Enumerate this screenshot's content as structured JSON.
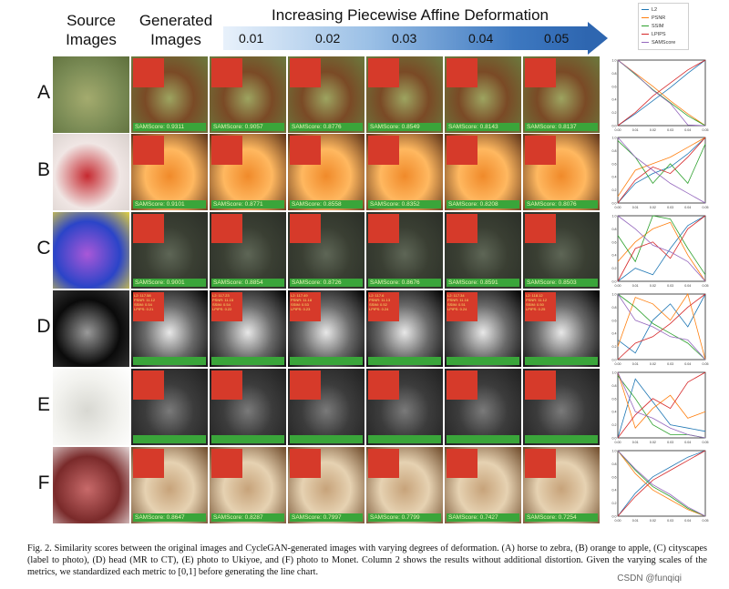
{
  "header": {
    "source_label": "Source\nImages",
    "generated_label": "Generated\nImages",
    "arrow_title": "Increasing Piecewise Affine Deformation",
    "levels": [
      "0.01",
      "0.02",
      "0.03",
      "0.04",
      "0.05"
    ]
  },
  "rows": [
    {
      "label": "A",
      "sam_values": [
        "SAMScore: 0.9311",
        "SAMScore: 0.9057",
        "SAMScore: 0.8776",
        "SAMScore: 0.8549",
        "SAMScore: 0.8143",
        "SAMScore: 0.8137"
      ],
      "source_colors": [
        "#7a8b55",
        "#a4ab6e",
        "#5e6f3c"
      ],
      "gen_colors": [
        "#6b7a3e",
        "#9da460",
        "#7a4a26"
      ]
    },
    {
      "label": "B",
      "sam_values": [
        "SAMScore: 0.9101",
        "SAMScore: 0.8771",
        "SAMScore: 0.8558",
        "SAMScore: 0.8352",
        "SAMScore: 0.8208",
        "SAMScore: 0.8076"
      ],
      "source_colors": [
        "#f0e6e4",
        "#c62930",
        "#d8d0cc"
      ],
      "gen_colors": [
        "#5a3118",
        "#f08a2a",
        "#ffb860"
      ]
    },
    {
      "label": "C",
      "sam_values": [
        "SAMScore: 0.9001",
        "SAMScore: 0.8854",
        "SAMScore: 0.8726",
        "SAMScore: 0.8676",
        "SAMScore: 0.8591",
        "SAMScore: 0.8503"
      ],
      "source_colors": [
        "#2b44c8",
        "#a958d8",
        "#e0d040"
      ],
      "gen_colors": [
        "#2b2f28",
        "#5e6656",
        "#3a3f33"
      ]
    },
    {
      "label": "D",
      "sam_values": [
        "",
        "",
        "",
        "",
        "",
        ""
      ],
      "source_colors": [
        "#0a0a0a",
        "#9a9a9a",
        "#3a3a3a"
      ],
      "gen_colors": [
        "#000000",
        "#e8e8e8",
        "#6a6a6a"
      ],
      "overlays": [
        [
          "L2: 117.58",
          "PSNR: 11.12",
          "SSIM: 0.54",
          "LPIPS: 0.21"
        ],
        [
          "L2: 117.23",
          "PSNR: 11.15",
          "SSIM: 0.54",
          "LPIPS: 0.22"
        ],
        [
          "L2: 117.49",
          "PSNR: 11.18",
          "SSIM: 0.53",
          "LPIPS: 0.23"
        ],
        [
          "L2: 117.6",
          "PSNR: 11.13",
          "SSIM: 0.52",
          "LPIPS: 0.24"
        ],
        [
          "L2: 117.34",
          "PSNR: 11.16",
          "SSIM: 0.51",
          "LPIPS: 0.24"
        ],
        [
          "L2: 118.12",
          "PSNR: 11.12",
          "SSIM: 0.50",
          "LPIPS: 0.25"
        ]
      ]
    },
    {
      "label": "E",
      "sam_values": [
        "",
        "",
        "",
        "",
        "",
        ""
      ],
      "source_colors": [
        "#f2f2ee",
        "#d8d8d2",
        "#ffffff"
      ],
      "gen_colors": [
        "#202020",
        "#7a7a7a",
        "#3c3c3c"
      ]
    },
    {
      "label": "F",
      "sam_values": [
        "SAMScore: 0.8647",
        "SAMScore: 0.8287",
        "SAMScore: 0.7997",
        "SAMScore: 0.7799",
        "SAMScore: 0.7427",
        "SAMScore: 0.7254"
      ],
      "source_colors": [
        "#7a2a2a",
        "#c86a6a",
        "#e3d6d6"
      ],
      "gen_colors": [
        "#6e4a2a",
        "#c7a37a",
        "#e6d2b2"
      ]
    }
  ],
  "legend": [
    {
      "name": "L2",
      "color": "#1f77b4"
    },
    {
      "name": "PSNR",
      "color": "#ff7f0e"
    },
    {
      "name": "SSIM",
      "color": "#2ca02c"
    },
    {
      "name": "LPIPS",
      "color": "#d62728"
    },
    {
      "name": "SAMScore",
      "color": "#9467bd"
    }
  ],
  "chart_data": [
    {
      "type": "line",
      "row": "A",
      "x": [
        0.0,
        0.01,
        0.02,
        0.03,
        0.04,
        0.05
      ],
      "ylim": [
        0,
        1
      ],
      "yticks": [
        "0.0",
        "0.2",
        "0.4",
        "0.6",
        "0.8",
        "1.0"
      ],
      "xticks": [
        "0.00",
        "0.01",
        "0.02",
        "0.03",
        "0.04",
        "0.05"
      ],
      "series": [
        {
          "name": "L2",
          "values": [
            0.0,
            0.18,
            0.38,
            0.58,
            0.8,
            1.0
          ]
        },
        {
          "name": "PSNR",
          "values": [
            1.0,
            0.8,
            0.6,
            0.38,
            0.18,
            0.0
          ]
        },
        {
          "name": "SSIM",
          "values": [
            1.0,
            0.78,
            0.55,
            0.35,
            0.15,
            0.0
          ]
        },
        {
          "name": "LPIPS",
          "values": [
            0.0,
            0.2,
            0.45,
            0.65,
            0.85,
            1.0
          ]
        },
        {
          "name": "SAMScore",
          "values": [
            1.0,
            0.79,
            0.54,
            0.34,
            0.01,
            0.0
          ]
        }
      ]
    },
    {
      "type": "line",
      "row": "B",
      "x": [
        0.0,
        0.01,
        0.02,
        0.03,
        0.04,
        0.05
      ],
      "ylim": [
        0,
        1
      ],
      "yticks": [
        "0.0",
        "0.2",
        "0.4",
        "0.6",
        "0.8",
        "1.0"
      ],
      "xticks": [
        "0.00",
        "0.01",
        "0.02",
        "0.03",
        "0.04",
        "0.05"
      ],
      "series": [
        {
          "name": "L2",
          "values": [
            0.0,
            0.3,
            0.45,
            0.55,
            0.75,
            1.0
          ]
        },
        {
          "name": "PSNR",
          "values": [
            0.1,
            0.5,
            0.6,
            0.7,
            0.85,
            1.0
          ]
        },
        {
          "name": "SSIM",
          "values": [
            0.95,
            0.7,
            0.3,
            0.6,
            0.3,
            0.9
          ]
        },
        {
          "name": "LPIPS",
          "values": [
            0.0,
            0.35,
            0.55,
            0.45,
            0.7,
            1.0
          ]
        },
        {
          "name": "SAMScore",
          "values": [
            1.0,
            0.7,
            0.5,
            0.3,
            0.15,
            0.0
          ]
        }
      ]
    },
    {
      "type": "line",
      "row": "C",
      "x": [
        0.0,
        0.01,
        0.02,
        0.03,
        0.04,
        0.05
      ],
      "ylim": [
        0,
        1
      ],
      "yticks": [
        "0.0",
        "0.2",
        "0.4",
        "0.6",
        "0.8",
        "1.0"
      ],
      "xticks": [
        "0.00",
        "0.01",
        "0.02",
        "0.03",
        "0.04",
        "0.05"
      ],
      "series": [
        {
          "name": "L2",
          "values": [
            0.0,
            0.2,
            0.1,
            0.5,
            0.85,
            1.0
          ]
        },
        {
          "name": "PSNR",
          "values": [
            0.3,
            0.6,
            0.8,
            0.9,
            0.4,
            0.0
          ]
        },
        {
          "name": "SSIM",
          "values": [
            0.7,
            0.3,
            1.0,
            0.95,
            0.5,
            0.1
          ]
        },
        {
          "name": "LPIPS",
          "values": [
            0.0,
            0.5,
            0.6,
            0.35,
            0.8,
            1.0
          ]
        },
        {
          "name": "SAMScore",
          "values": [
            1.0,
            0.8,
            0.55,
            0.45,
            0.3,
            0.0
          ]
        }
      ]
    },
    {
      "type": "line",
      "row": "D",
      "x": [
        0.0,
        0.01,
        0.02,
        0.03,
        0.04,
        0.05
      ],
      "ylim": [
        0,
        1
      ],
      "yticks": [
        "0.0",
        "0.2",
        "0.4",
        "0.6",
        "0.8",
        "1.0"
      ],
      "xticks": [
        "0.00",
        "0.01",
        "0.02",
        "0.03",
        "0.04",
        "0.05"
      ],
      "series": [
        {
          "name": "L2",
          "values": [
            0.3,
            0.1,
            0.6,
            0.85,
            0.5,
            1.0
          ]
        },
        {
          "name": "PSNR",
          "values": [
            0.2,
            0.95,
            0.85,
            0.6,
            1.0,
            0.0
          ]
        },
        {
          "name": "SSIM",
          "values": [
            1.0,
            0.8,
            0.55,
            0.4,
            0.25,
            0.0
          ]
        },
        {
          "name": "LPIPS",
          "values": [
            0.0,
            0.25,
            0.35,
            0.55,
            0.8,
            1.0
          ]
        },
        {
          "name": "SAMScore",
          "values": [
            1.0,
            0.6,
            0.5,
            0.35,
            0.3,
            0.0
          ]
        }
      ]
    },
    {
      "type": "line",
      "row": "E",
      "x": [
        0.0,
        0.01,
        0.02,
        0.03,
        0.04,
        0.05
      ],
      "ylim": [
        0,
        1
      ],
      "yticks": [
        "0.0",
        "0.2",
        "0.4",
        "0.6",
        "0.8",
        "1.0"
      ],
      "xticks": [
        "0.00",
        "0.01",
        "0.02",
        "0.03",
        "0.04",
        "0.05"
      ],
      "series": [
        {
          "name": "L2",
          "values": [
            0.0,
            0.9,
            0.55,
            0.2,
            0.15,
            0.1
          ]
        },
        {
          "name": "PSNR",
          "values": [
            1.0,
            0.15,
            0.45,
            0.65,
            0.3,
            0.4
          ]
        },
        {
          "name": "SSIM",
          "values": [
            0.95,
            0.6,
            0.2,
            0.05,
            0.05,
            0.0
          ]
        },
        {
          "name": "LPIPS",
          "values": [
            0.0,
            0.35,
            0.6,
            0.45,
            0.85,
            1.0
          ]
        },
        {
          "name": "SAMScore",
          "values": [
            1.0,
            0.4,
            0.3,
            0.15,
            0.05,
            0.0
          ]
        }
      ]
    },
    {
      "type": "line",
      "row": "F",
      "x": [
        0.0,
        0.01,
        0.02,
        0.03,
        0.04,
        0.05
      ],
      "ylim": [
        0,
        1
      ],
      "yticks": [
        "0.0",
        "0.2",
        "0.4",
        "0.6",
        "0.8",
        "1.0"
      ],
      "xticks": [
        "0.00",
        "0.01",
        "0.02",
        "0.03",
        "0.04",
        "0.05"
      ],
      "series": [
        {
          "name": "L2",
          "values": [
            0.0,
            0.35,
            0.6,
            0.75,
            0.9,
            1.0
          ]
        },
        {
          "name": "PSNR",
          "values": [
            1.0,
            0.65,
            0.4,
            0.25,
            0.1,
            0.0
          ]
        },
        {
          "name": "SSIM",
          "values": [
            1.0,
            0.7,
            0.45,
            0.3,
            0.12,
            0.0
          ]
        },
        {
          "name": "LPIPS",
          "values": [
            0.0,
            0.3,
            0.55,
            0.7,
            0.85,
            1.0
          ]
        },
        {
          "name": "SAMScore",
          "values": [
            1.0,
            0.72,
            0.48,
            0.33,
            0.14,
            0.0
          ]
        }
      ]
    }
  ],
  "caption": "Fig. 2.  Similarity scores between the original images and CycleGAN-generated images with varying degrees of deformation. (A) horse to zebra, (B) orange to apple, (C) cityscapes (label to photo), (D) head (MR to CT), (E) photo to Ukiyoe, and (F) photo to Monet. Column 2 shows the results without additional distortion. Given the varying scales of the metrics, we standardized each metric to [0,1] before generating the line chart.",
  "watermark": "CSDN @funqiqi"
}
